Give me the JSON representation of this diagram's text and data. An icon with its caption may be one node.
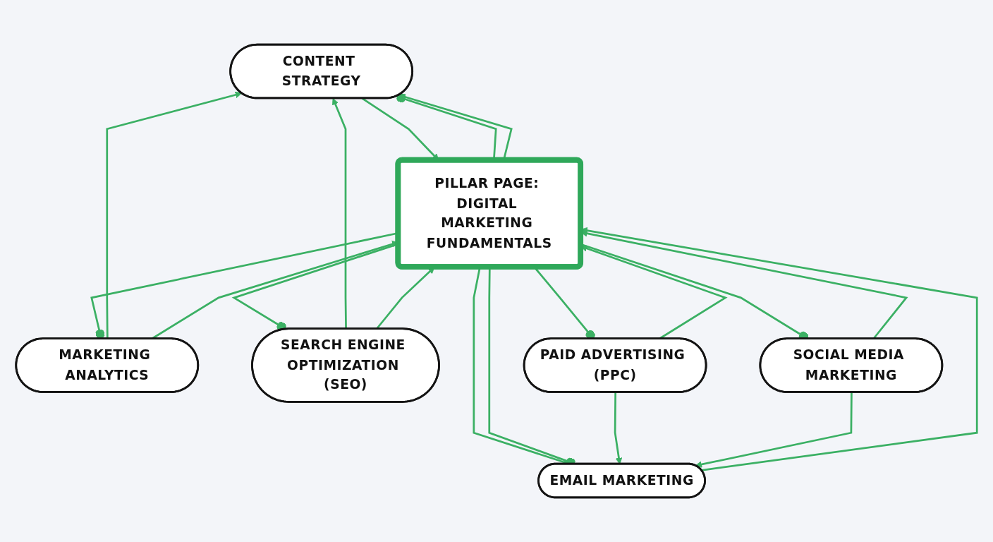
{
  "diagram": {
    "nodes": [
      {
        "text": [
          "CONTENT STRATEGY"
        ]
      },
      {
        "text": [
          "MARKETING ANALYTICS"
        ]
      },
      {
        "text": [
          "PILLAR PAGE: DIGITAL MARKETING FUNDAMENTALS"
        ]
      },
      {
        "text": [
          "SEARCH ENGINE OPTIMIZATION (SEO)"
        ]
      },
      {
        "text": [
          "PAID ADVERTISING (PPC)"
        ]
      },
      {
        "text": [
          "SOCIAL MEDIA MARKETING"
        ]
      },
      {
        "text": [
          "EMAIL MARKETING"
        ]
      }
    ],
    "edges": [
      {
        "from": 1,
        "to": 0,
        "arrow": "to"
      },
      {
        "from": 3,
        "to": 0,
        "arrow": "to"
      },
      {
        "from": 2,
        "to": 0,
        "arrow": "other"
      },
      {
        "from": 2,
        "to": 0,
        "arrow": "to"
      },
      {
        "from": 0,
        "to": 2,
        "arrow": "to"
      },
      {
        "from": 2,
        "to": 1,
        "arrow": "other"
      },
      {
        "from": 2,
        "to": 3,
        "arrow": "other"
      },
      {
        "from": 1,
        "to": 2,
        "arrow": "to"
      },
      {
        "from": 3,
        "to": 2,
        "arrow": "to"
      },
      {
        "from": 4,
        "to": 2,
        "arrow": "to"
      },
      {
        "from": 5,
        "to": 2,
        "arrow": "to"
      },
      {
        "from": 2,
        "to": 4,
        "arrow": "other"
      },
      {
        "from": 2,
        "to": 5,
        "arrow": "other"
      },
      {
        "from": 6,
        "to": 2,
        "arrow": "to"
      },
      {
        "from": 2,
        "to": 6,
        "arrow": "to"
      },
      {
        "from": 2,
        "to": 6,
        "arrow": "other"
      },
      {
        "from": 4,
        "to": 6,
        "arrow": "to"
      },
      {
        "from": 5,
        "to": 6,
        "arrow": "to"
      }
    ]
  }
}
